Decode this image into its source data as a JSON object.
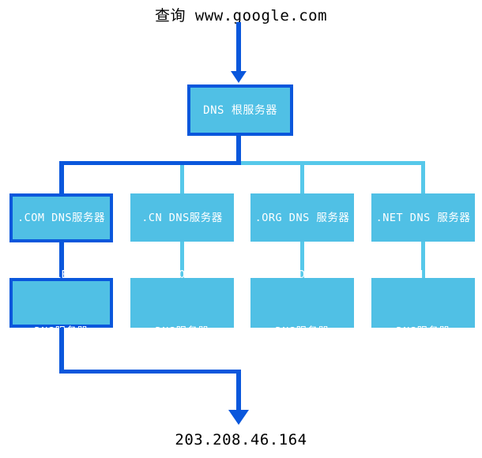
{
  "colors": {
    "dark_blue": "#0a57dc",
    "box_fill": "#50c0e5",
    "light_line": "#56c8ea",
    "box_text": "#ffffff",
    "label_text": "#000000"
  },
  "query_label": "查询 www.google.com",
  "result_ip": "203.208.46.164",
  "root_server": {
    "label": "DNS 根服务器"
  },
  "tld_servers": [
    {
      "label": ".COM DNS服务器",
      "highlighted": true
    },
    {
      "label": ".CN DNS服务器",
      "highlighted": false
    },
    {
      "label": ".ORG DNS 服务器",
      "highlighted": false
    },
    {
      "label": ".NET DNS 服务器",
      "highlighted": false
    }
  ],
  "authoritative_servers": [
    {
      "line1": "GOOGLE.COM",
      "line2": "DNS服务器",
      "highlighted": true
    },
    {
      "line1": "AMAZON.CN",
      "line2": "DNS服务器",
      "highlighted": false
    },
    {
      "line1": "WIKIPEDIA.ORG",
      "line2": "DNS服务器",
      "highlighted": false
    },
    {
      "line1": "CSDN.NET",
      "line2": "DNS服务器",
      "highlighted": false
    }
  ]
}
